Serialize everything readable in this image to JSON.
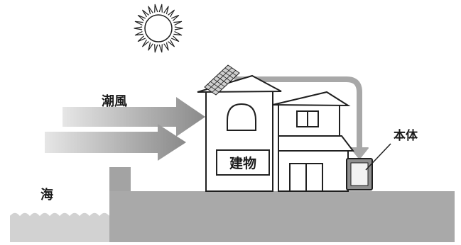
{
  "labels": {
    "wind": "潮風",
    "sea": "海",
    "unit": "本体",
    "building": "建物"
  },
  "icons": [
    "sun-icon",
    "solar-panel-icon",
    "wind-arrow-icon",
    "house-icon",
    "power-unit-icon",
    "sea-wave-icon"
  ],
  "colors": {
    "ground": "#a9a9a9",
    "seawall": "#a3a3a3",
    "sea": "#d2d2d2",
    "wind_gradient_start": "#e6e6e6",
    "wind_gradient_end": "#8a8a8a",
    "cable": "#a8a8a8",
    "outline": "#1f1f1f"
  }
}
